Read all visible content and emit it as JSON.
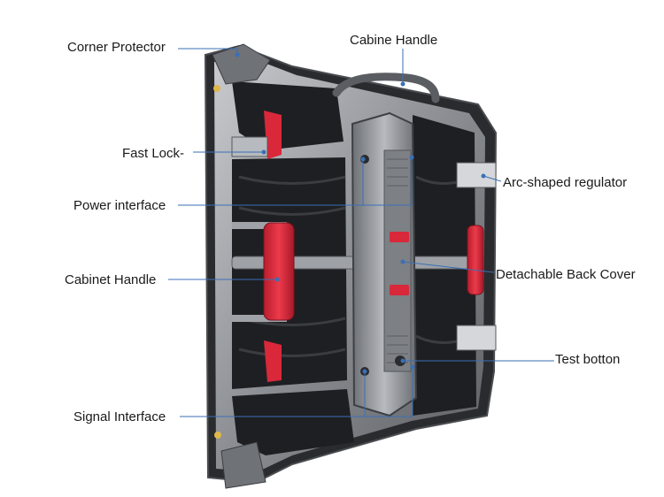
{
  "callouts": {
    "corner_protector": "Corner Protector",
    "cabine_handle": "Cabine Handle",
    "fast_lock": "Fast Lock-",
    "arc_regulator": "Arc-shaped regulator",
    "power_interface": "Power interface",
    "cabinet_handle": "Cabinet Handle",
    "detachable_back_cover": "Detachable Back Cover",
    "test_botton": "Test botton",
    "signal_interface": "Signal Interface"
  },
  "colors": {
    "leader_line": "#3b6fb6",
    "cabinet_metal": "#8e9196",
    "cabinet_dark": "#1e1f22",
    "accent_red": "#d8283a"
  }
}
